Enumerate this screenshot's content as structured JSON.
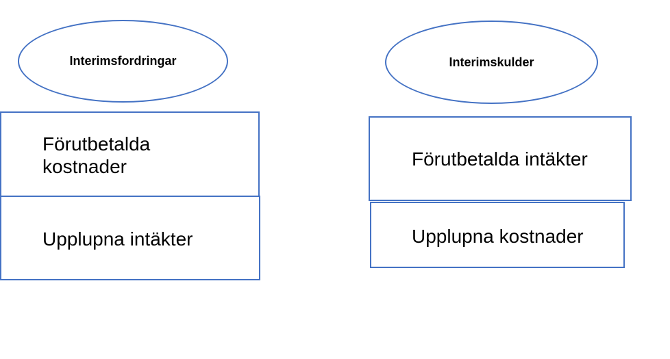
{
  "left_group": {
    "ellipse_label": "Interimsfordringar",
    "boxes": [
      {
        "label": "Förutbetalda kostnader"
      },
      {
        "label": "Upplupna intäkter"
      }
    ]
  },
  "right_group": {
    "ellipse_label": "Interimskulder",
    "boxes": [
      {
        "label": "Förutbetalda intäkter"
      },
      {
        "label": "Upplupna kostnader"
      }
    ]
  },
  "colors": {
    "shape_border": "#4472c4",
    "text": "#000000",
    "background": "#ffffff"
  }
}
